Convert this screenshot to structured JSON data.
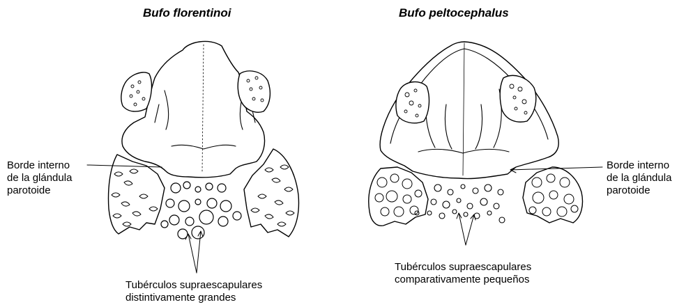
{
  "left_panel": {
    "title": "Bufo florentinoi",
    "parotoid_label": [
      "Borde interno",
      "de la glándula",
      "parotoide"
    ],
    "tubercle_label": [
      "Tubérculos supraescapulares",
      "distintivamente grandes"
    ]
  },
  "right_panel": {
    "title": "Bufo peltocephalus",
    "parotoid_label": [
      "Borde interno",
      "de la glándula",
      "parotoide"
    ],
    "tubercle_label": [
      "Tubérculos supraescapulares",
      "comparativamente pequeños"
    ]
  }
}
